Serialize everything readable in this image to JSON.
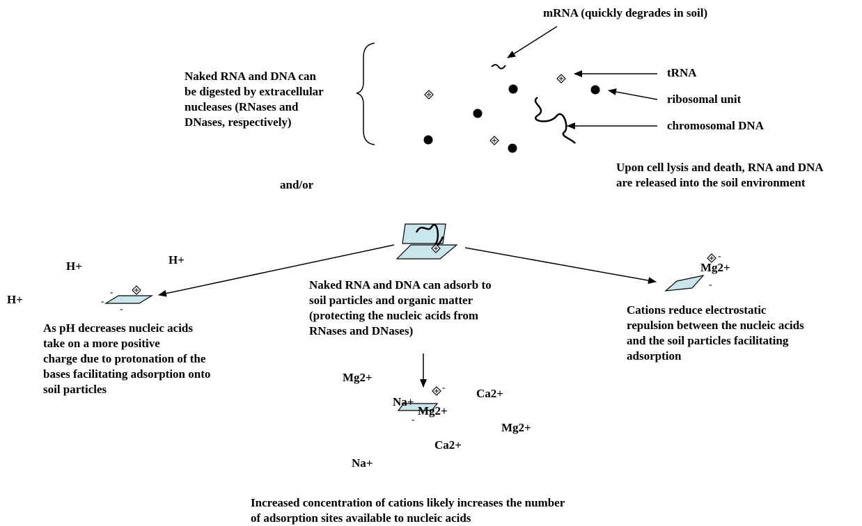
{
  "labels": {
    "mrna": "mRNA (quickly degrades in soil)",
    "trna": "tRNA",
    "ribosomal": "ribosomal unit",
    "chromosomal": "chromosomal DNA",
    "naked_digested": "Naked RNA and DNA can\nbe digested by extracellular\nnucleases (RNases and\nDNases, respectively)",
    "cell_lysis": "Upon cell lysis and death, RNA and DNA\nare released into the soil environment",
    "and_or": "and/or",
    "adsorb": "Naked RNA and DNA can adsorb to\nsoil particles and organic matter\n(protecting the nucleic acids from\nRNases and DNases)",
    "ph": "As pH decreases nucleic acids\ntake on a more positive\ncharge due to protonation of the\nbases facilitating adsorption onto\nsoil particles",
    "cations_reduce": "Cations reduce electrostatic\n repulsion between the nucleic acids\nand the soil particles facilitating\nadsorption",
    "increased": "Increased concentration of cations likely increases the number\nof  adsorption sites available to nucleic acids"
  },
  "ions": {
    "h_plus_1": "H+",
    "h_plus_2": "H+",
    "h_plus_3": "H+",
    "mg_right": "Mg2+",
    "mg_1": "Mg2+",
    "na_1": "Na+",
    "mg_2": "Mg2+",
    "ca_1": "Ca2+",
    "mg_3": "Mg2+",
    "ca_2": "Ca2+",
    "na_2": "Na+"
  },
  "signs": {
    "minus": "-"
  },
  "colors": {
    "particle_fill": "#c9e6ec",
    "ink": "#000000"
  }
}
